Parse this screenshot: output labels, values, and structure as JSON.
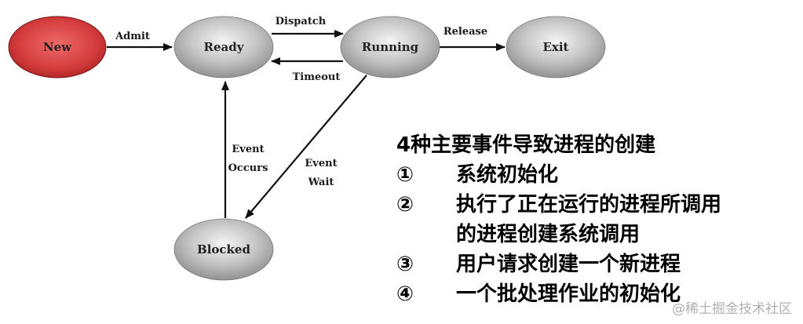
{
  "diagram": {
    "states": [
      {
        "id": "new",
        "label": "New",
        "color": "#d23a3a"
      },
      {
        "id": "ready",
        "label": "Ready",
        "color": "#b8b8b8"
      },
      {
        "id": "running",
        "label": "Running",
        "color": "#b8b8b8"
      },
      {
        "id": "exit",
        "label": "Exit",
        "color": "#b8b8b8"
      },
      {
        "id": "blocked",
        "label": "Blocked",
        "color": "#b8b8b8"
      }
    ],
    "transitions": [
      {
        "from": "New",
        "to": "Ready",
        "label": "Admit"
      },
      {
        "from": "Ready",
        "to": "Running",
        "label": "Dispatch"
      },
      {
        "from": "Running",
        "to": "Ready",
        "label": "Timeout"
      },
      {
        "from": "Running",
        "to": "Exit",
        "label": "Release"
      },
      {
        "from": "Running",
        "to": "Blocked",
        "label_lines": [
          "Event",
          "Wait"
        ]
      },
      {
        "from": "Blocked",
        "to": "Ready",
        "label_lines": [
          "Event",
          "Occurs"
        ]
      }
    ]
  },
  "notes": {
    "title": "4种主要事件导致进程的创建",
    "items": [
      {
        "num": "①",
        "text": "系统初始化"
      },
      {
        "num": "②",
        "text": "执行了正在运行的进程所调用\n的进程创建系统调用"
      },
      {
        "num": "③",
        "text": "用户请求创建一个新进程"
      },
      {
        "num": "④",
        "text": "一个批处理作业的初始化"
      }
    ]
  },
  "watermark": "@稀土掘金技术社区"
}
